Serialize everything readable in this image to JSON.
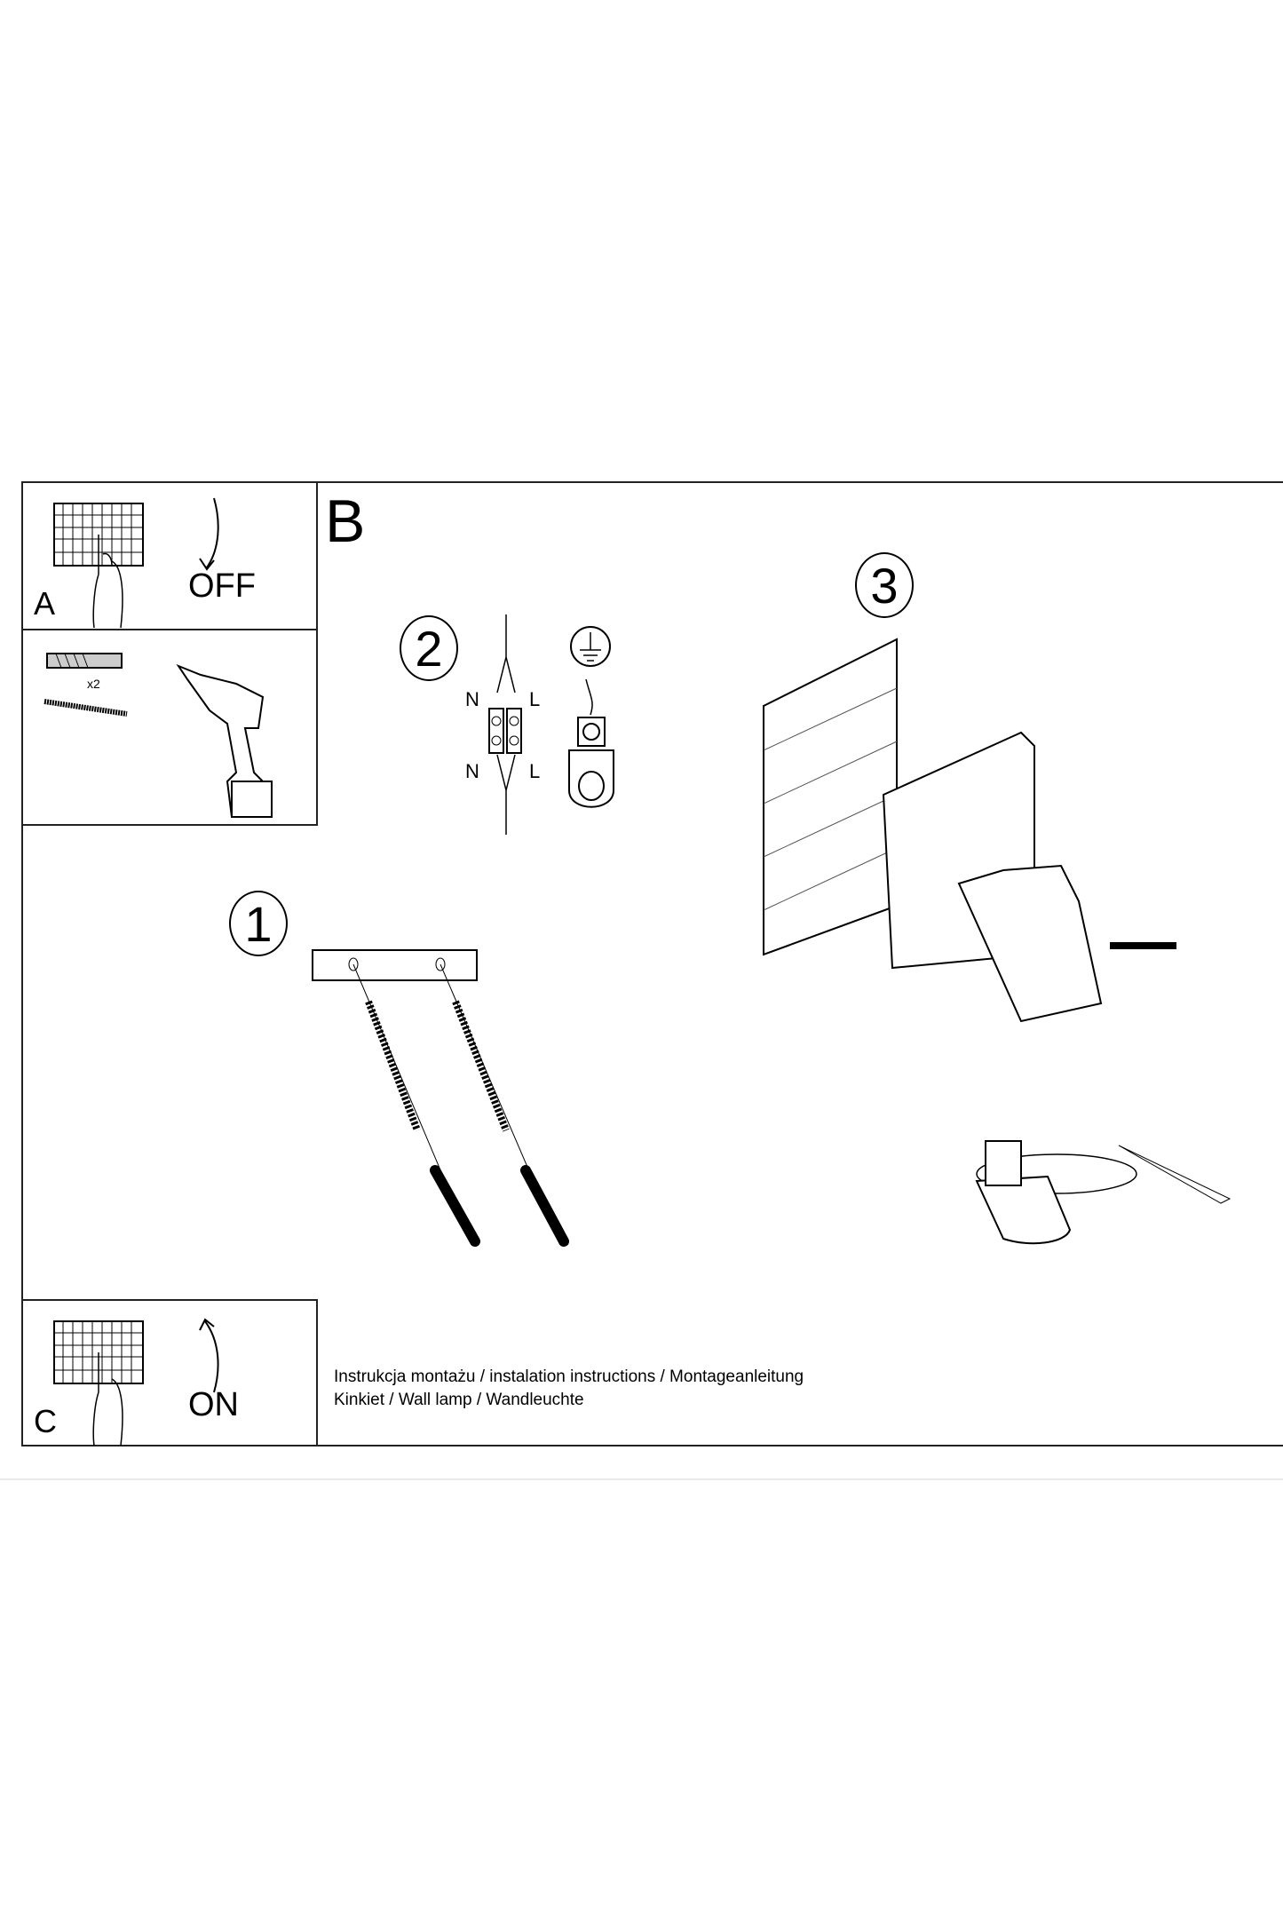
{
  "panels": {
    "a": {
      "letter": "A",
      "label": "OFF"
    },
    "tools": {
      "quantity": "x2"
    },
    "b": {
      "letter": "B"
    },
    "c": {
      "letter": "C",
      "label": "ON"
    }
  },
  "steps": {
    "one": "1",
    "two": "2",
    "three": "3"
  },
  "wiring": {
    "n_top": "N",
    "l_top": "L",
    "n_bottom": "N",
    "l_bottom": "L"
  },
  "footer": {
    "line1": "Instrukcja montażu / instalation instructions / Montageanleitung",
    "line2": "Kinkiet / Wall lamp / Wandleuchte"
  }
}
